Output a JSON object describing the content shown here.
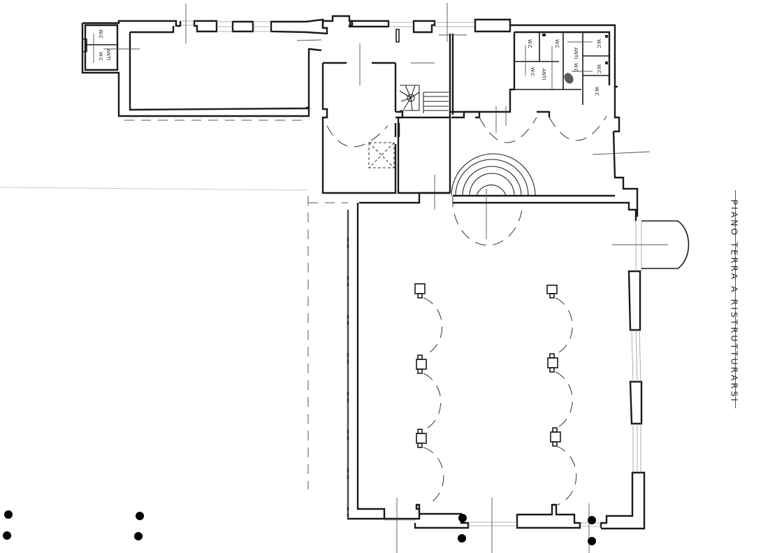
{
  "drawing": {
    "title": "PIANO TERRA A RISTRUTTURARSI",
    "type": "architectural floor plan",
    "view": "ground floor",
    "line_color": "#1a1a1a",
    "background": "#ffffff"
  },
  "rooms": {
    "labels": [
      {
        "id": "wc-1",
        "text": "W.C"
      },
      {
        "id": "wc-2",
        "text": "W.C"
      },
      {
        "id": "anti-1",
        "text": "ANTI"
      },
      {
        "id": "wc-3",
        "text": "W.C"
      },
      {
        "id": "wc-4",
        "text": "W.C"
      },
      {
        "id": "anti-2",
        "text": "ANTI"
      },
      {
        "id": "wc-5",
        "text": "W.C"
      },
      {
        "id": "wc-6",
        "text": "W.C"
      },
      {
        "id": "anti-3",
        "text": "ANTI"
      },
      {
        "id": "wc-7",
        "text": "W.C"
      },
      {
        "id": "wc-8",
        "text": "W.C"
      },
      {
        "id": "wc-9",
        "text": "W.C"
      }
    ]
  },
  "features": {
    "columns_count": 6,
    "stair_spiral": "spiral stair",
    "stair_straight": "straight stair",
    "semicircular_steps": "semicircular entrance steps",
    "apse": "semicircular apse",
    "registration_dots": 8
  }
}
